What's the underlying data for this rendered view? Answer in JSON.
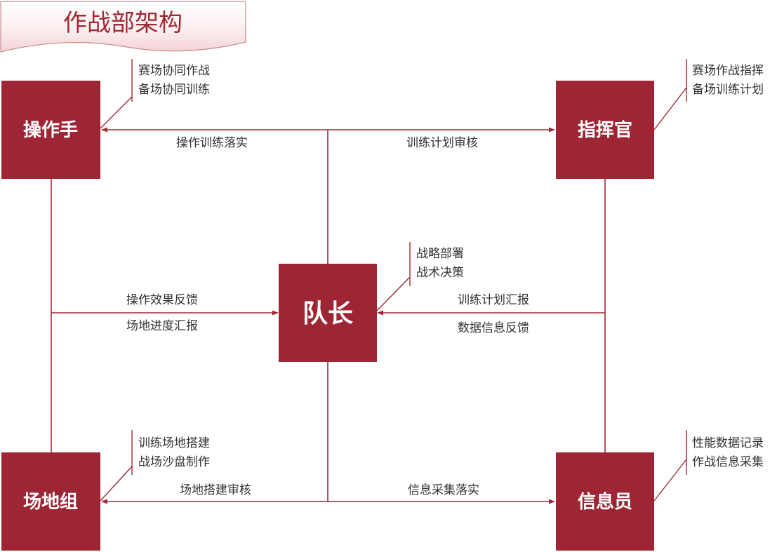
{
  "title": "作战部架构",
  "nodes": {
    "operator": "操作手",
    "commander": "指挥官",
    "captain": "队长",
    "field": "场地组",
    "info": "信息员"
  },
  "notes": {
    "operator": [
      "赛场协同作战",
      "备场协同训练"
    ],
    "commander": [
      "赛场作战指挥",
      "备场训练计划"
    ],
    "captain": [
      "战略部署",
      "战术决策"
    ],
    "field": [
      "训练场地搭建",
      "战场沙盘制作"
    ],
    "info": [
      "性能数据记录",
      "作战信息采集"
    ]
  },
  "edges": {
    "operator_training": "操作训练落实",
    "plan_review": "训练计划审核",
    "op_feedback": "操作效果反馈",
    "field_progress": "场地进度汇报",
    "plan_report": "训练计划汇报",
    "data_feedback": "数据信息反馈",
    "field_review": "场地搭建审核",
    "info_collect": "信息采集落实"
  },
  "colors": {
    "primary": "#9e2634",
    "text": "#333333"
  }
}
